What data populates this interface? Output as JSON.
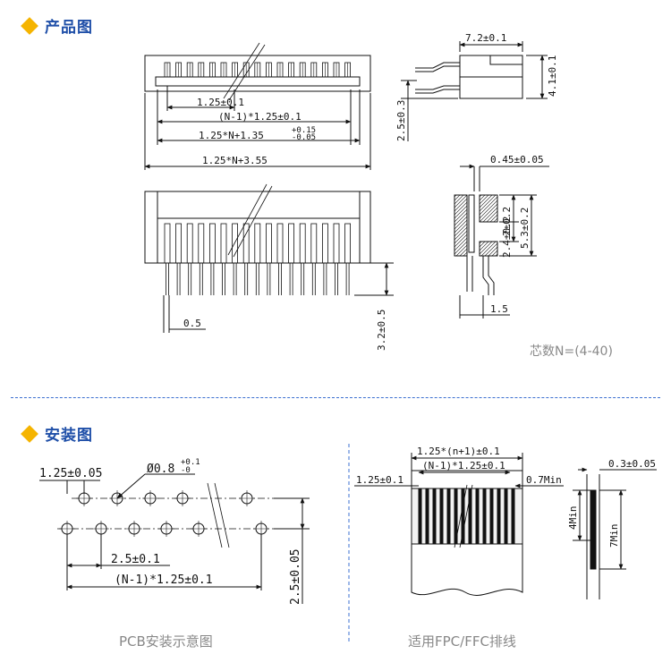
{
  "sections": {
    "product": {
      "title": "产品图",
      "icon": "diamond-icon"
    },
    "install": {
      "title": "安装图",
      "icon": "diamond-icon"
    }
  },
  "product_drawing": {
    "pitch": "1.25±0.1",
    "span": "(N-1)*1.25±0.1",
    "inner_width": "1.25*N+1.35",
    "inner_tol_plus": "+0.15",
    "inner_tol_minus": "-0.05",
    "total_width": "1.25*N+3.55",
    "pin_width": "0.5",
    "pin_length": "3.2±0.5"
  },
  "side_drawing": {
    "depth": "7.2±0.1",
    "height": "4.1±0.1",
    "base": "2.5±0.3",
    "contact_thickness": "0.45±0.05",
    "slot_height": "2±0.2",
    "inner_height": "2.4±0.2",
    "outer_height": "5.3±0.2",
    "foot": "1.5"
  },
  "pin_count_note": "芯数N=(4-40)",
  "pcb_layout": {
    "pitch": "1.25±0.05",
    "hole": "Ø0.8",
    "hole_tol_plus": "+0.1",
    "hole_tol_minus": "-0",
    "row_offset": "2.5±0.1",
    "span": "(N-1)*1.25±0.1",
    "row_spacing": "2.5±0.05"
  },
  "pcb_caption": "PCB安装示意图",
  "ffc_layout": {
    "total": "1.25*(n+1)±0.1",
    "span": "(N-1)*1.25±0.1",
    "pitch": "1.25±0.1",
    "exposed_min": "0.7Min",
    "thickness": "0.3±0.05",
    "insert_min": "4Min",
    "stripe_min": "7Min"
  },
  "ffc_caption": "适用FPC/FFC排线"
}
